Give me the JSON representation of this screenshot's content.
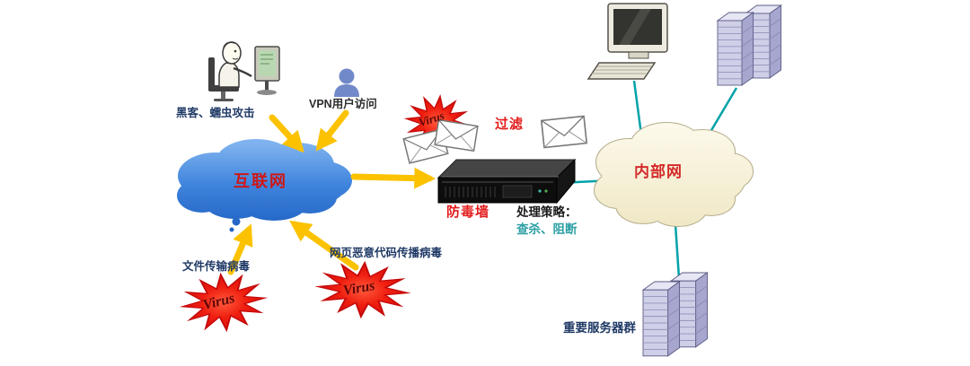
{
  "labels": {
    "hacker_attack": "黑客、蠕虫攻击",
    "vpn_access": "VPN用户访问",
    "internet": "互联网",
    "virus": "Virus",
    "filter": "过滤",
    "antivirus_wall": "防毒墙",
    "policy_title": "处理策略：",
    "policy_actions": "查杀、阻断",
    "intranet": "内部网",
    "file_virus": "文件传输病毒",
    "web_virus": "网页恶意代码传播病毒",
    "server_group": "重要服务器群"
  },
  "colors": {
    "arrow_yellow": "#fcc200",
    "link_teal": "#00a2a8",
    "burst_red": "#ea1010",
    "red_label": "#d42a2a",
    "navy_label": "#203a66",
    "teal_label": "#2fa0a5",
    "internet_cloud_blue": "#2b6fd0",
    "intranet_cloud_cream": "#f8f3d6"
  }
}
